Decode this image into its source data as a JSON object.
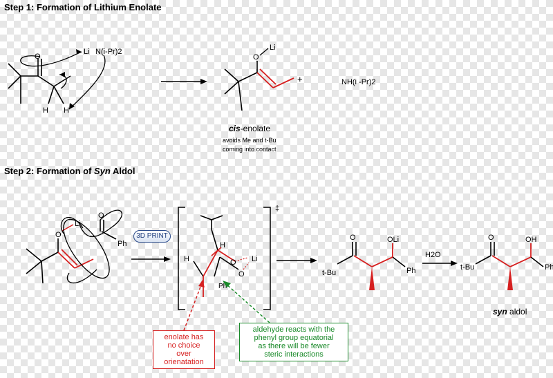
{
  "step1": {
    "title": "Step 1: Formation of Lithium Enolate"
  },
  "step2": {
    "title_prefix": "Step 2: Formation of ",
    "title_italic": "Syn",
    "title_suffix": " Aldol"
  },
  "labels": {
    "li_n": "Li",
    "n_ipr2": "N(i-Pr)2",
    "o": "O",
    "h": "H",
    "h2": "H",
    "oli_top": "O",
    "li_top": "Li",
    "plus": "+",
    "nh_ipr2": "NH(i -Pr)2",
    "cis_bold": "cis",
    "cis_rest": "-enolate",
    "cis_note1": "avoids Me and t-Bu",
    "cis_note2": "coming into contact",
    "o_step2": "O",
    "li_step2": "Li",
    "o_ald": "O",
    "ph_step2": "Ph",
    "ts_h1": "H",
    "ts_h2": "H",
    "ts_o": "O",
    "ts_li": "Li",
    "ts_o2": "O",
    "ts_ph": "Ph",
    "dagger": "‡",
    "prod_o": "O",
    "prod_oli": "OLi",
    "prod_tbu": "t-Bu",
    "prod_ph": "Ph",
    "h2o": "H2O",
    "final_o": "O",
    "final_oh": "OH",
    "final_tbu": "t-Bu",
    "final_ph": "Ph",
    "syn_italic": "syn",
    "syn_rest": " aldol"
  },
  "button_3d": "3D PRINT",
  "notes": {
    "enolate_note": [
      "enolate has",
      "no choice",
      "over",
      "orienatation"
    ],
    "aldehyde_note": [
      "aldehyde reacts with the",
      "phenyl group equatorial",
      "as there will be fewer",
      "steric interactions"
    ]
  },
  "colors": {
    "red": "#d62020",
    "green": "#1a8a2a",
    "black": "#000000"
  }
}
